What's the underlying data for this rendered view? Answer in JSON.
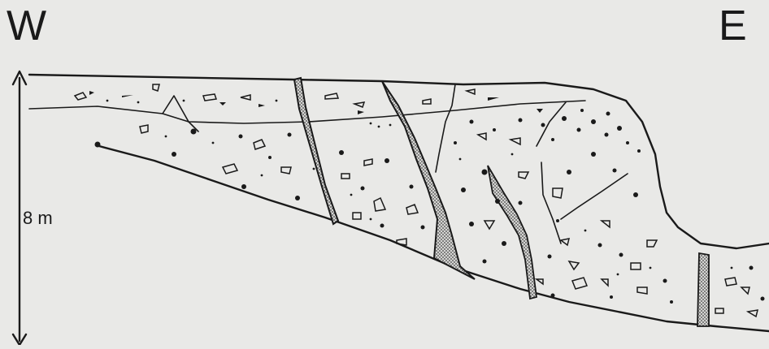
{
  "labels": {
    "west": "W",
    "east": "E",
    "scale": "8 m"
  },
  "colors": {
    "background": "#e9e9e7",
    "ink": "#1a1a1a",
    "fill_stipple": "#9a9a98"
  }
}
